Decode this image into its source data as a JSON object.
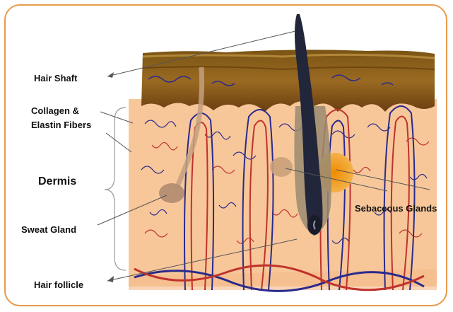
{
  "labels": {
    "hair_shaft": "Hair Shaft",
    "collagen_line1": "Collagen &",
    "collagen_line2": "Elastin Fibers",
    "dermis": "Dermis",
    "sweat_gland": "Sweat Gland",
    "hair_follicle": "Hair follicle",
    "sebaceous_glands": "Sebaceous Glands"
  },
  "colors": {
    "frame_border": "#e89a4a",
    "dermis_fill": "#f7c79a",
    "epidermis": "#8a5a1c",
    "hair": "#22263a",
    "vessel_red": "#c0322c",
    "vessel_blue": "#2a2a8c",
    "sebaceous": "#e8900a",
    "sweat_gland": "#b08a70"
  }
}
